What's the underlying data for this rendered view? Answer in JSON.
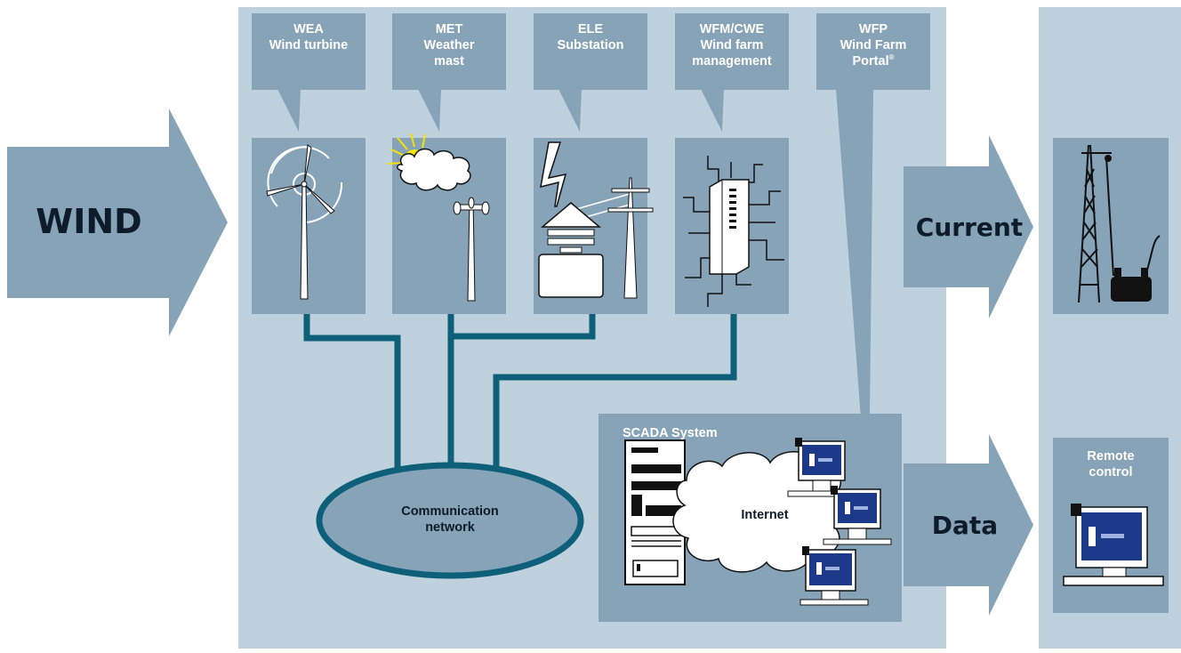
{
  "wind_label": "WIND",
  "current_label": "Current",
  "data_label": "Data",
  "components": [
    {
      "code": "WEA",
      "name": "Wind turbine"
    },
    {
      "code": "MET",
      "name_line1": "Weather",
      "name_line2": "mast"
    },
    {
      "code": "ELE",
      "name": "Substation"
    },
    {
      "code": "WFM/CWE",
      "name_line1": "Wind farm",
      "name_line2": "management"
    },
    {
      "code": "WFP",
      "name_line1": "Wind Farm",
      "name_line2": "Portal",
      "mark": "®"
    }
  ],
  "network_label_line1": "Communication",
  "network_label_line2": "network",
  "scada_label": "SCADA System",
  "internet_label": "Internet",
  "remote_label_line1": "Remote",
  "remote_label_line2": "control",
  "colors": {
    "panel_light": "#bfd1dc",
    "box": "#86a3b8",
    "network_line": "#0e5f79",
    "network_fill": "#86a3b8",
    "white": "#ffffff",
    "dark_text": "#0d1b2a"
  }
}
